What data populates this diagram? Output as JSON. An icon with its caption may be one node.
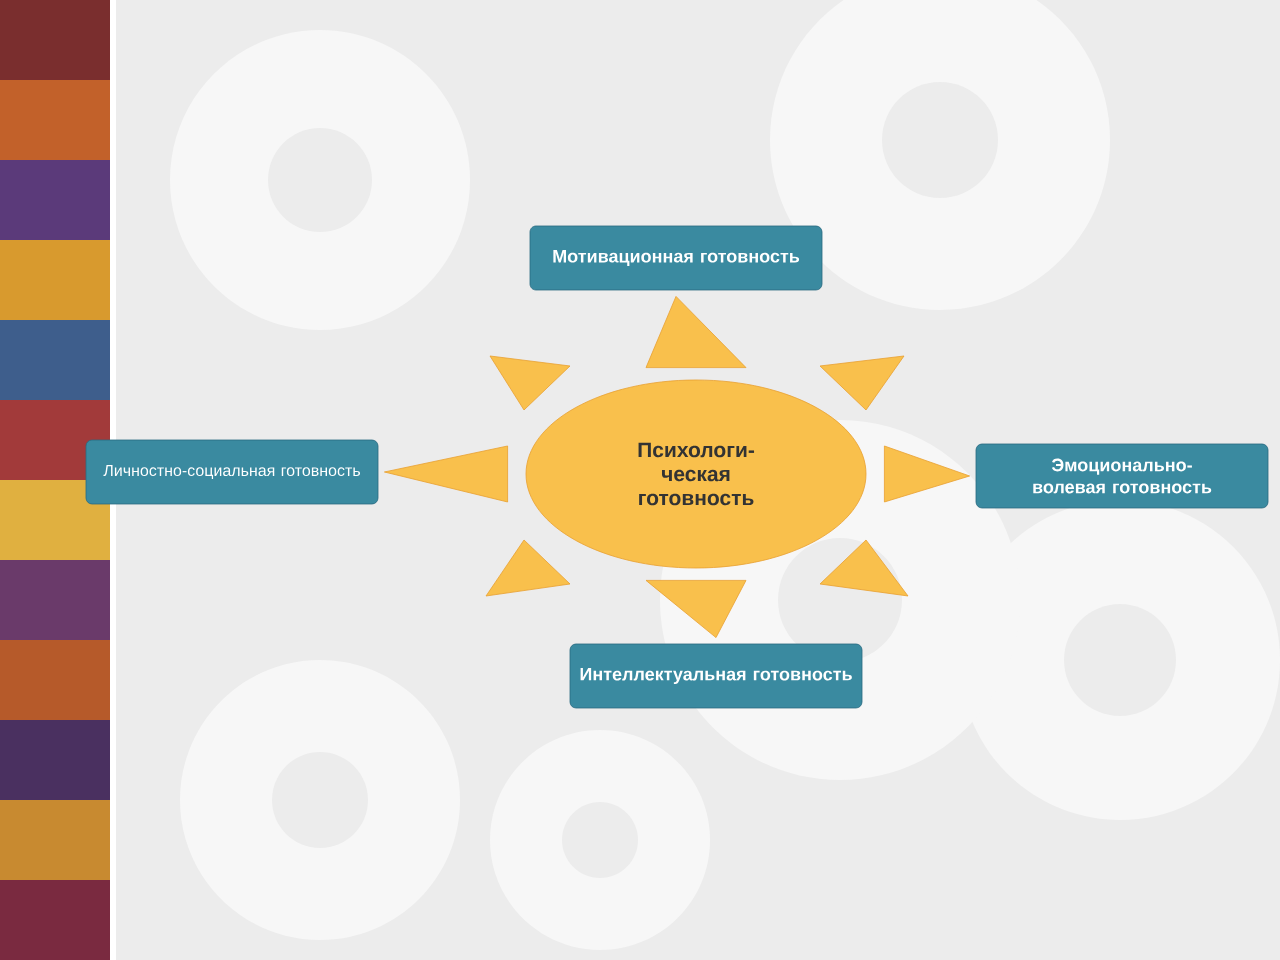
{
  "diagram": {
    "nodes": [
      {
        "text": [
          "Мотивационная готовность"
        ]
      },
      {
        "text": [
          "Личностно-социальная готовность"
        ]
      },
      {
        "text": [
          "Психологи- ческая готовность"
        ]
      },
      {
        "text": [
          "Эмоционально- волевая готовность"
        ]
      },
      {
        "text": [
          "Интеллектуальная готовность"
        ]
      }
    ],
    "edges": [
      {
        "from": 2,
        "to": 0,
        "arrow": "to"
      },
      {
        "from": 2,
        "to": 1,
        "arrow": "to"
      },
      {
        "from": 2,
        "to": 3,
        "arrow": "to"
      },
      {
        "from": 2,
        "to": 4,
        "arrow": "to"
      }
    ]
  }
}
